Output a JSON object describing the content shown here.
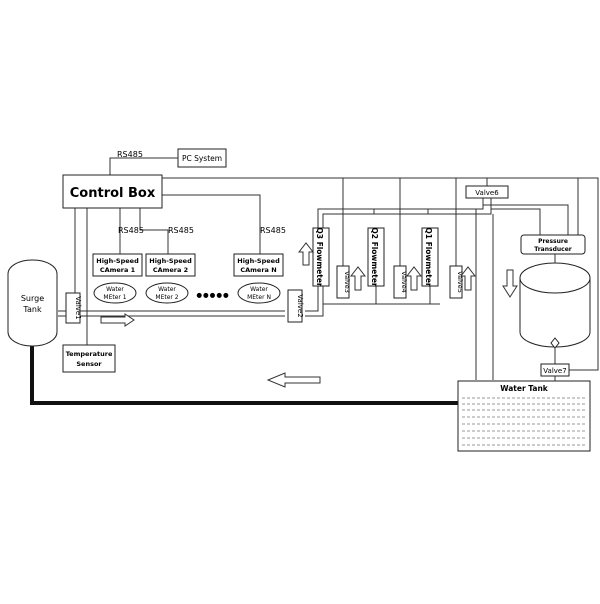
{
  "labels": {
    "rs485_pc": "RS485",
    "pc_system": "PC System",
    "control_box": "Control Box",
    "rs485_cam1": "RS485",
    "rs485_cam2": "RS485",
    "rs485_camN": "RS485",
    "cam1_line1": "High-Speed",
    "cam1_line2": "CAmera 1",
    "cam2_line1": "High-Speed",
    "cam2_line2": "CAmera 2",
    "camN_line1": "High-Speed",
    "camN_line2": "CAmera N",
    "wm1_line1": "Water",
    "wm1_line2": "MEter 1",
    "wm2_line1": "Water",
    "wm2_line2": "MEter 2",
    "wmN_line1": "Water",
    "wmN_line2": "MEter N",
    "dots": "●●●●●",
    "surge_line1": "Surge",
    "surge_line2": "Tank",
    "valve1": "Valve1",
    "valve2": "Valve2",
    "valve3": "Valve3",
    "valve4": "Valve4",
    "valve5": "Valve5",
    "valve6": "Valve6",
    "valve7": "Valve7",
    "temp_line1": "Temperature",
    "temp_line2": "Sensor",
    "fm3": "Q3 Flowmeter",
    "fm2": "Q2 Flowmeter",
    "fm1": "Q1 Flowmeter",
    "pt_line1": "Pressure",
    "pt_line2": "Transducer",
    "water_tank": "Water Tank"
  }
}
